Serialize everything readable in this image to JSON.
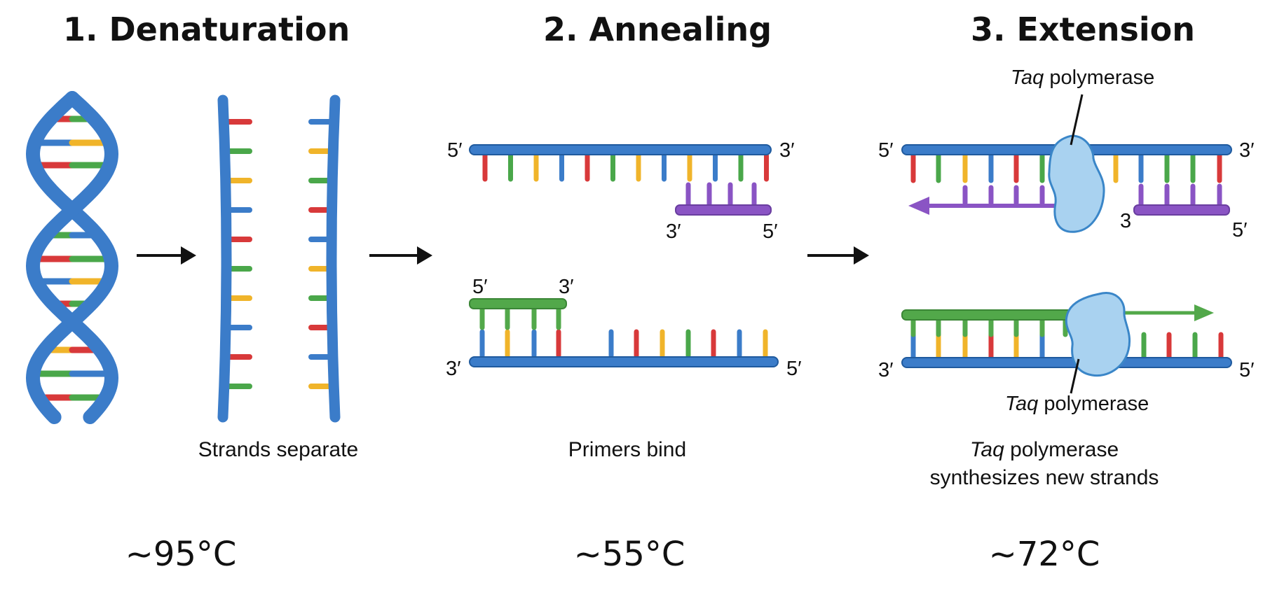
{
  "colors": {
    "backbone": "#3b7cc9",
    "backbone_dark": "#1f5a9e",
    "primer_purple": "#8a54c4",
    "primer_green": "#52a84a",
    "enzyme_fill": "#a9d2f0",
    "enzyme_stroke": "#3a86c8",
    "base_red": "#d8393a",
    "base_green": "#4aa74a",
    "base_yellow": "#f0b42a",
    "base_blue": "#3b7cc9"
  },
  "stages": [
    {
      "title": "1. Denaturation",
      "caption": "Strands separate",
      "temperature": "~95°C"
    },
    {
      "title": "2. Annealing",
      "caption": "Primers bind",
      "temperature": "~55°C"
    },
    {
      "title": "3. Extension",
      "caption_italic": "Taq",
      "caption_line1_rest": " polymerase",
      "caption_line2": "synthesizes new strands",
      "temperature": "~72°C"
    }
  ],
  "annealing": {
    "top_5": "5′",
    "top_3": "3′",
    "primer_top_3": "3′",
    "primer_top_5": "5′",
    "primer_bottom_5": "5′",
    "primer_bottom_3": "3′",
    "bottom_3": "3′",
    "bottom_5": "5′"
  },
  "extension": {
    "top_5": "5′",
    "top_3": "3′",
    "primer_top_3": "3",
    "primer_top_5": "5′",
    "bottom_3": "3′",
    "bottom_5": "5′",
    "enzyme_italic": "Taq",
    "enzyme_rest": " polymerase"
  },
  "icons": [
    "double-helix-icon",
    "arrow-right-icon",
    "polymerase-enzyme-icon"
  ]
}
